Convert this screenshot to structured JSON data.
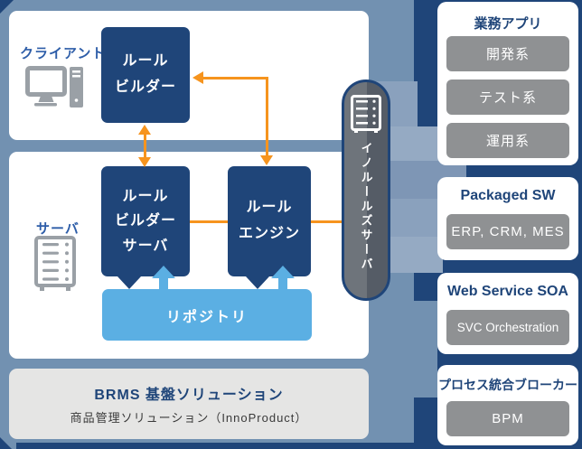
{
  "client": {
    "label": "クライアント",
    "rule_builder": [
      "ルール",
      "ビルダー"
    ]
  },
  "server": {
    "label": "サーバ",
    "rule_builder_server": [
      "ルール",
      "ビルダー",
      "サーバ"
    ],
    "rule_engine": [
      "ルール",
      "エンジン"
    ],
    "repository": "リポジトリ"
  },
  "platform": {
    "title": "BRMS 基盤ソリューション",
    "subtitle": "商品管理ソリューション（InnoProduct）"
  },
  "innorules": {
    "label": "イノルールズサーバ"
  },
  "right_cards": [
    {
      "title": "業務アプリ",
      "items": [
        "開発系",
        "テスト系",
        "運用系"
      ]
    },
    {
      "title": "Packaged SW",
      "items": [
        "ERP, CRM, MES"
      ]
    },
    {
      "title": "Web Service SOA",
      "items": [
        "SVC Orchestration"
      ]
    },
    {
      "title": "プロセス統合ブローカー",
      "items": [
        "BPM"
      ]
    }
  ],
  "icons": {
    "client": "desktop-computer-icon",
    "server": "server-rack-icon",
    "innorules": "server-rack-icon"
  },
  "colors": {
    "background": "#7291B1",
    "navy": "#1F4579",
    "orange": "#F6941E",
    "repository_blue": "#5BAFE3",
    "button_gray": "#8F9193",
    "panel_gray": "#E5E5E4",
    "label_blue": "#2D5DA8"
  }
}
